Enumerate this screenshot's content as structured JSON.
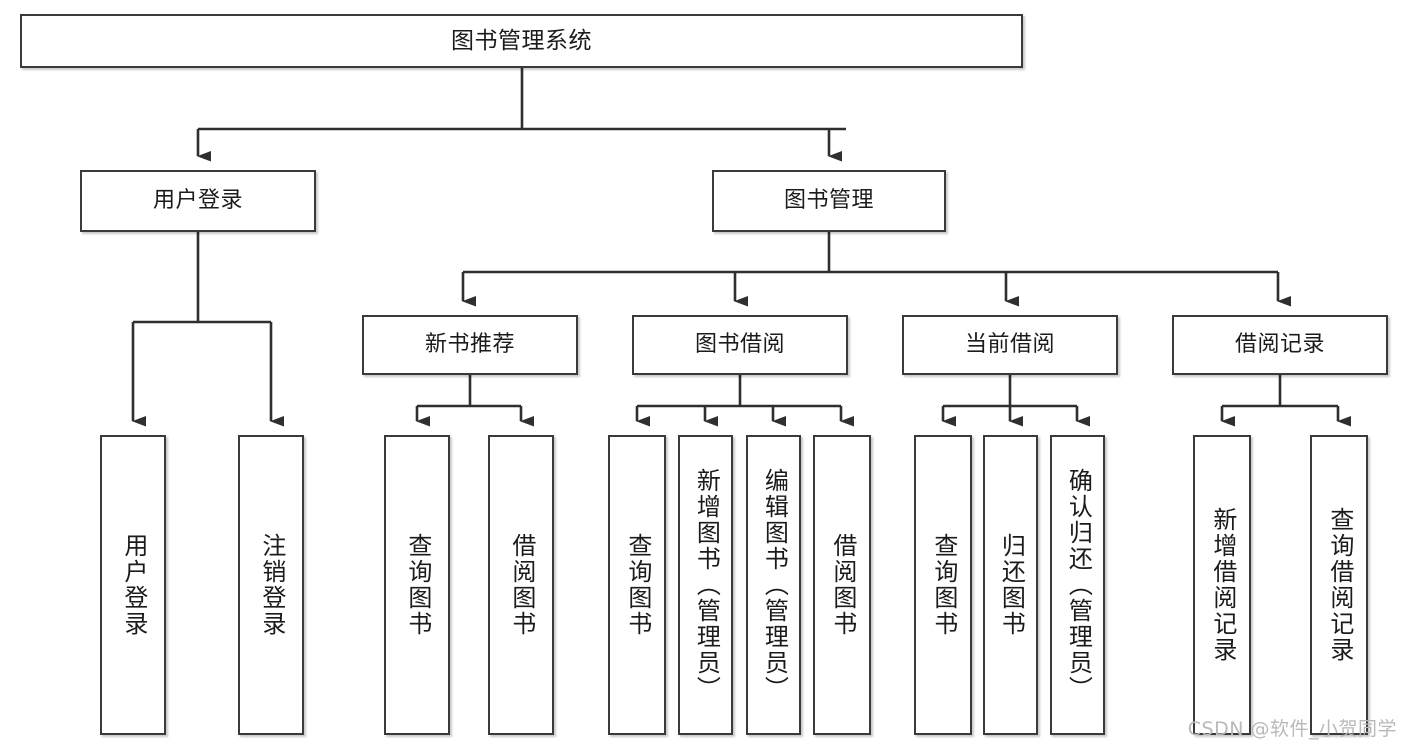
{
  "diagram": {
    "type": "tree",
    "title": "图书管理系统",
    "orientation": "top-down",
    "colors": {
      "background": "#ffffff",
      "node_border": "#3a3a3a",
      "node_fill": "#ffffff",
      "edge": "#2f2f2f",
      "text": "#1b1b1b",
      "watermark": "#b9b9b9"
    },
    "levels": [
      {
        "level": 1,
        "nodes": [
          {
            "id": "root",
            "label": "图书管理系统",
            "orientation": "horizontal"
          }
        ]
      },
      {
        "level": 2,
        "nodes": [
          {
            "id": "login",
            "label": "用户登录",
            "orientation": "horizontal",
            "parent": "root"
          },
          {
            "id": "bookmgmt",
            "label": "图书管理",
            "orientation": "horizontal",
            "parent": "root"
          }
        ]
      },
      {
        "level": 3,
        "nodes": [
          {
            "id": "newbook",
            "label": "新书推荐",
            "orientation": "horizontal",
            "parent": "bookmgmt"
          },
          {
            "id": "borrow",
            "label": "图书借阅",
            "orientation": "horizontal",
            "parent": "bookmgmt"
          },
          {
            "id": "current",
            "label": "当前借阅",
            "orientation": "horizontal",
            "parent": "bookmgmt"
          },
          {
            "id": "record",
            "label": "借阅记录",
            "orientation": "horizontal",
            "parent": "bookmgmt"
          }
        ]
      },
      {
        "level": 4,
        "nodes": [
          {
            "id": "leaf-user-login",
            "label": "用户登录",
            "orientation": "vertical",
            "parent": "login"
          },
          {
            "id": "leaf-user-logout",
            "label": "注销登录",
            "orientation": "vertical",
            "parent": "login"
          },
          {
            "id": "leaf-nb-query",
            "label": "查询图书",
            "orientation": "vertical",
            "parent": "newbook"
          },
          {
            "id": "leaf-nb-borrow",
            "label": "借阅图书",
            "orientation": "vertical",
            "parent": "newbook"
          },
          {
            "id": "leaf-bw-query",
            "label": "查询图书",
            "orientation": "vertical",
            "parent": "borrow"
          },
          {
            "id": "leaf-bw-add",
            "label": "新增图书（管理员）",
            "orientation": "vertical",
            "parent": "borrow"
          },
          {
            "id": "leaf-bw-edit",
            "label": "编辑图书（管理员）",
            "orientation": "vertical",
            "parent": "borrow"
          },
          {
            "id": "leaf-bw-borrow",
            "label": "借阅图书",
            "orientation": "vertical",
            "parent": "borrow"
          },
          {
            "id": "leaf-cur-query",
            "label": "查询图书",
            "orientation": "vertical",
            "parent": "current"
          },
          {
            "id": "leaf-cur-return",
            "label": "归还图书",
            "orientation": "vertical",
            "parent": "current"
          },
          {
            "id": "leaf-cur-confirm",
            "label": "确认归还（管理员）",
            "orientation": "vertical",
            "parent": "current"
          },
          {
            "id": "leaf-rec-add",
            "label": "新增借阅记录",
            "orientation": "vertical",
            "parent": "record"
          },
          {
            "id": "leaf-rec-query",
            "label": "查询借阅记录",
            "orientation": "vertical",
            "parent": "record"
          }
        ]
      }
    ]
  },
  "watermark": {
    "text": "CSDN @软件_小贺同学"
  }
}
